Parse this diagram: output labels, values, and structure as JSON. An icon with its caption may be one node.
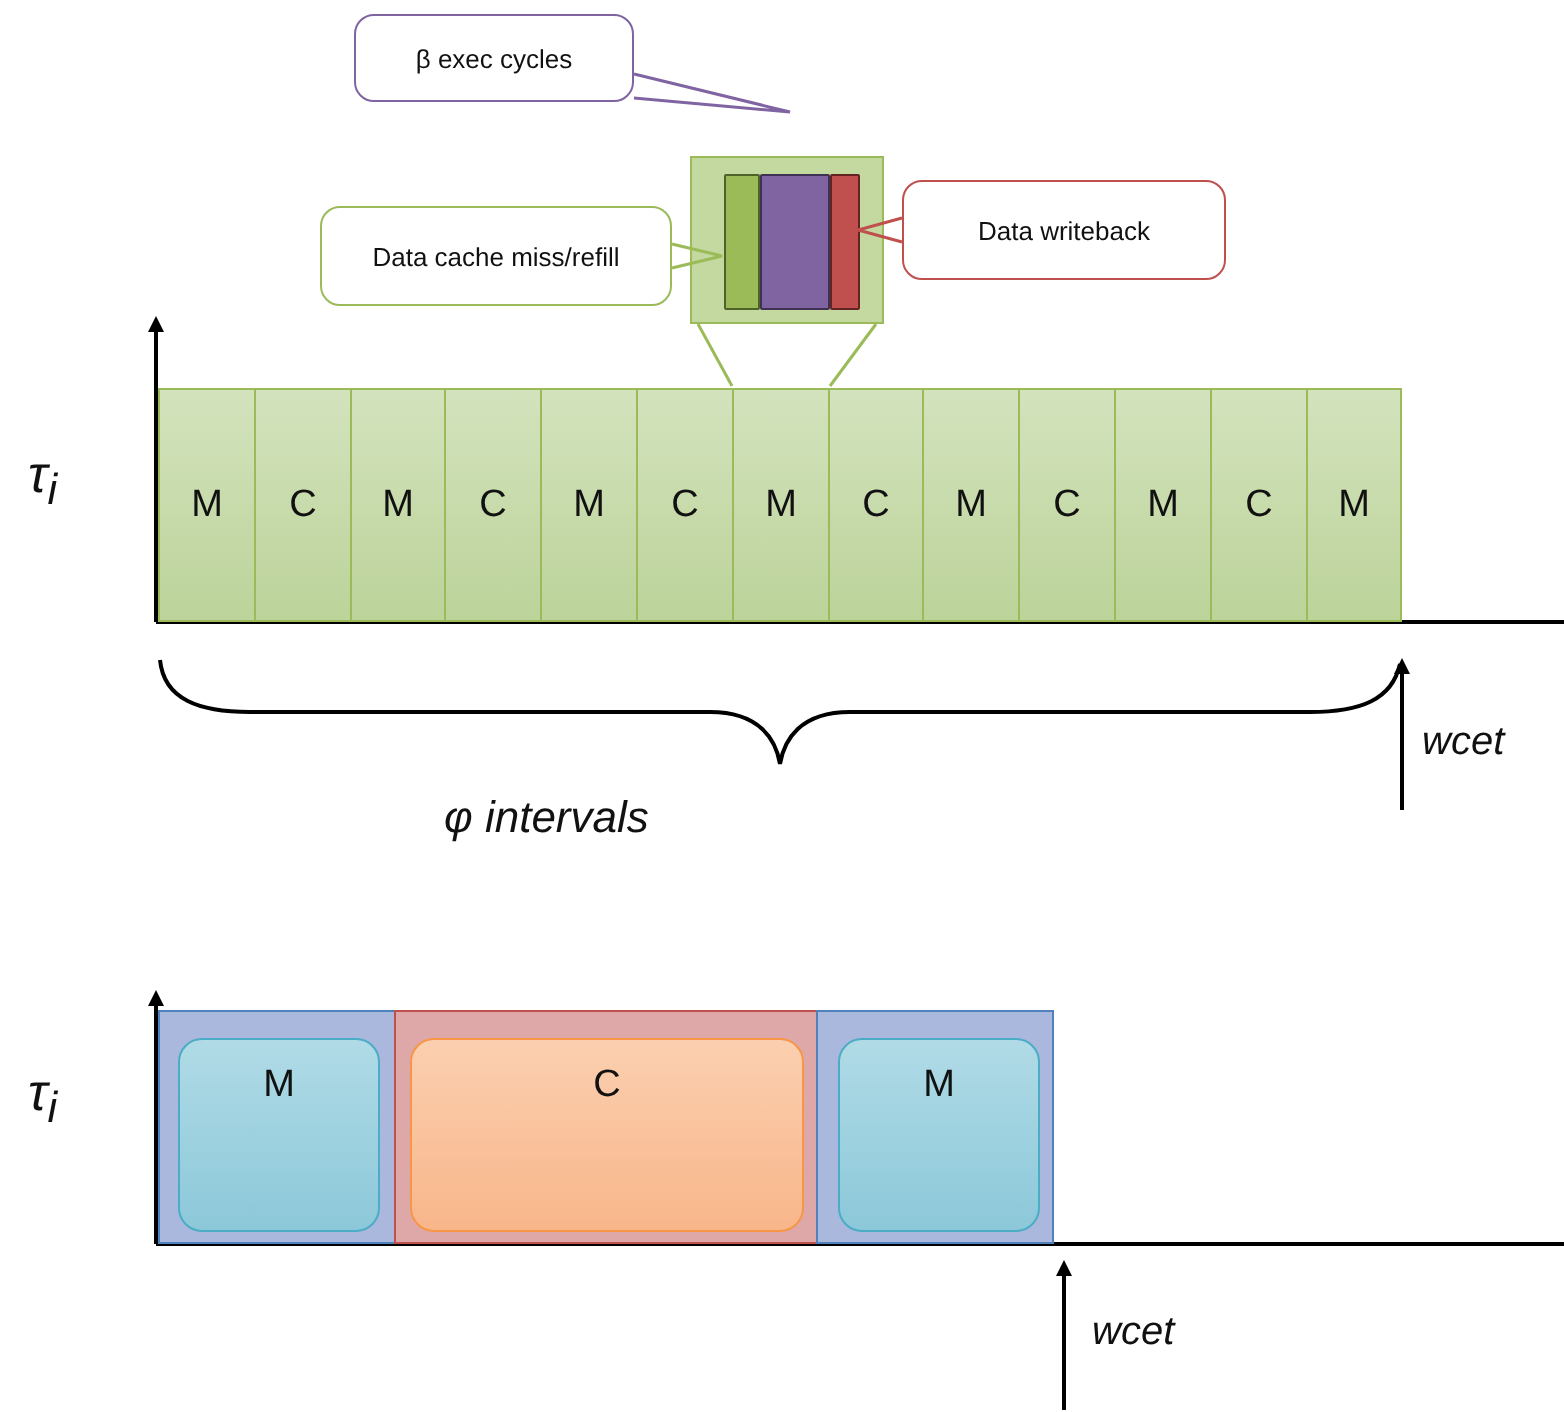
{
  "diagram": {
    "nodes": [
      {
        "text": [
          "β exec cycles"
        ]
      },
      {
        "text": [],
        "shape": "box"
      },
      {
        "text": [],
        "shape": "bar",
        "in": 1
      },
      {
        "text": [],
        "shape": "bar",
        "in": 1
      },
      {
        "text": [],
        "shape": "bar",
        "in": 1
      },
      {
        "text": [
          "Data cache miss/refill"
        ]
      },
      {
        "text": [
          "Data writeback"
        ]
      },
      {
        "text": [
          "M"
        ]
      },
      {
        "text": [
          "C"
        ]
      },
      {
        "text": [
          "M"
        ]
      },
      {
        "text": [
          "C"
        ]
      },
      {
        "text": [
          "M"
        ]
      },
      {
        "text": [
          "C"
        ]
      },
      {
        "text": [
          "M"
        ]
      },
      {
        "text": [
          "C"
        ]
      },
      {
        "text": [
          "M"
        ]
      },
      {
        "text": [
          "C"
        ]
      },
      {
        "text": [
          "M"
        ]
      },
      {
        "text": [
          "C"
        ]
      },
      {
        "text": [
          "M"
        ]
      },
      {
        "text": [],
        "shape": "box"
      },
      {
        "text": [
          "M"
        ],
        "in": 20
      },
      {
        "text": [],
        "shape": "box"
      },
      {
        "text": [
          "C"
        ],
        "in": 22
      },
      {
        "text": [],
        "shape": "box"
      },
      {
        "text": [
          "M"
        ],
        "in": 24
      }
    ],
    "edges": [
      {
        "from": 0,
        "to": null,
        "arrow": "none",
        "color": "#8064a2"
      },
      {
        "from": 5,
        "to": 2,
        "arrow": "none",
        "color": "#9bbb59"
      },
      {
        "from": 6,
        "to": 4,
        "arrow": "none",
        "color": "#c0504d"
      },
      {
        "from": 1,
        "to": 13,
        "arrow": "none",
        "color": "#9bbb59"
      },
      {
        "from": 1,
        "to": 13,
        "arrow": "none",
        "color": "#9bbb59"
      }
    ],
    "labels": [
      "τ$_{i}$",
      "wcet",
      "φ intervals",
      "τ$_{i}$",
      "wcet"
    ]
  }
}
